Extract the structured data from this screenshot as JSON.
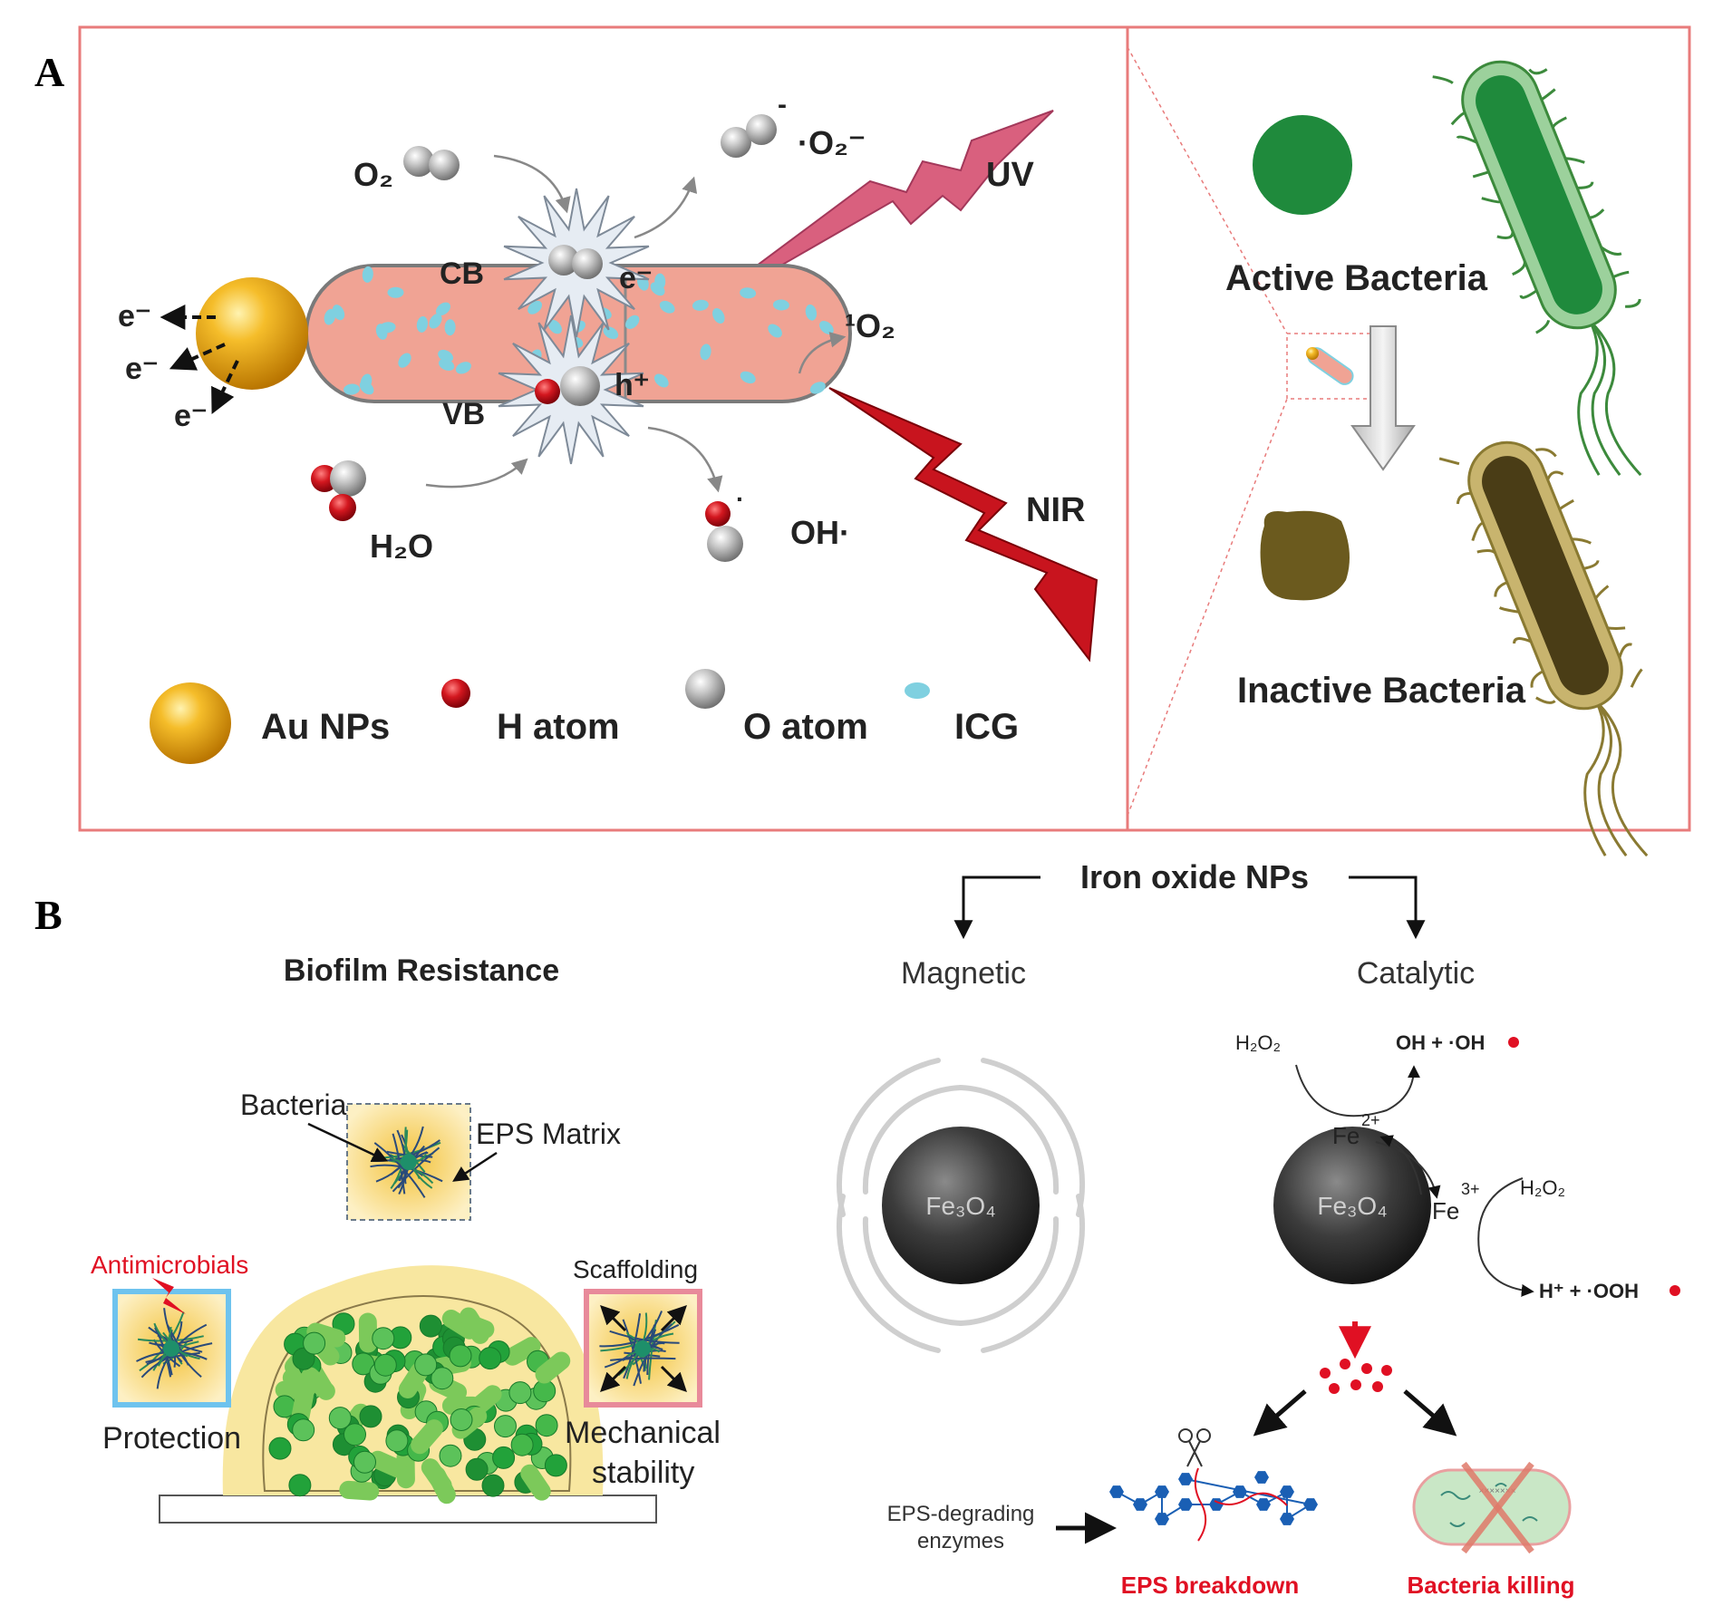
{
  "panel_a": {
    "label": "A",
    "molecules": {
      "o2": "O₂",
      "superoxide_charge": "-",
      "superoxide": "·O₂⁻",
      "singlet_oxygen": "¹O₂",
      "water": "H₂O",
      "hydroxyl_dot": "·",
      "hydroxyl": "OH·"
    },
    "bands": {
      "cb": "CB",
      "vb": "VB",
      "electron": "e⁻",
      "hole": "h⁺",
      "emitted_electrons": [
        "e⁻",
        "e⁻",
        "e⁻"
      ]
    },
    "light": {
      "uv": "UV",
      "nir": "NIR"
    },
    "legend": [
      "Au NPs",
      "H atom",
      "O atom",
      "ICG"
    ],
    "bacteria": {
      "active": "Active Bacteria",
      "inactive": "Inactive Bacteria"
    }
  },
  "panel_b": {
    "label": "B",
    "biofilm": {
      "title": "Biofilm Resistance",
      "bacteria": "Bacteria",
      "eps_matrix": "EPS Matrix",
      "antimicrobials": "Antimicrobials",
      "protection": "Protection",
      "scaffolding": "Scaffolding",
      "mechanical_line1": "Mechanical",
      "mechanical_line2": "stability"
    },
    "iron": {
      "title": "Iron oxide NPs",
      "magnetic": "Magnetic",
      "catalytic": "Catalytic",
      "particle": "Fe₃O₄",
      "h2o2": "H₂O₂",
      "oh_products": "OH + ·OH",
      "fe": "Fe",
      "fe2_charge": "2+",
      "fe3_charge": "3+",
      "h_products": "H⁺ + ·OOH",
      "enzymes_line1": "EPS-degrading",
      "enzymes_line2": "enzymes",
      "eps_breakdown": "EPS breakdown",
      "bacteria_killing": "Bacteria killing"
    }
  },
  "colors": {
    "frame": "#e87b7b",
    "gold": "#e8a21a",
    "rod": "#f0a394",
    "icg": "#7fd0e0",
    "active_green": "#1f8a3c",
    "inactive_brown": "#6b5a1e",
    "red_accent": "#e01023",
    "uv_pink": "#d9607e",
    "nir_red": "#c8141e",
    "biofilm_yellow": "#f8e7a0"
  }
}
